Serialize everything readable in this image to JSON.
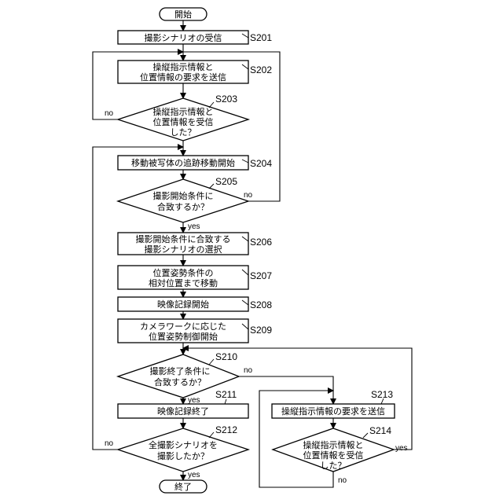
{
  "start": "開始",
  "end": "終了",
  "steps": {
    "s201": {
      "id": "S201",
      "lines": [
        "撮影シナリオの受信"
      ]
    },
    "s202": {
      "id": "S202",
      "lines": [
        "操縦指示情報と",
        "位置情報の要求を送信"
      ]
    },
    "s203": {
      "id": "S203",
      "lines": [
        "操縦指示情報と",
        "位置情報を受信",
        "した？"
      ]
    },
    "s204": {
      "id": "S204",
      "lines": [
        "移動被写体の追跡移動開始"
      ]
    },
    "s205": {
      "id": "S205",
      "lines": [
        "撮影開始条件に",
        "合致するか？"
      ]
    },
    "s206": {
      "id": "S206",
      "lines": [
        "撮影開始条件に合致する",
        "撮影シナリオの選択"
      ]
    },
    "s207": {
      "id": "S207",
      "lines": [
        "位置姿勢条件の",
        "相対位置まで移動"
      ]
    },
    "s208": {
      "id": "S208",
      "lines": [
        "映像記録開始"
      ]
    },
    "s209": {
      "id": "S209",
      "lines": [
        "カメラワークに応じた",
        "位置姿勢制御開始"
      ]
    },
    "s210": {
      "id": "S210",
      "lines": [
        "撮影終了条件に",
        "合致するか？"
      ]
    },
    "s211": {
      "id": "S211",
      "lines": [
        "映像記録終了"
      ]
    },
    "s212": {
      "id": "S212",
      "lines": [
        "全撮影シナリオを",
        "撮影したか？"
      ]
    },
    "s213": {
      "id": "S213",
      "lines": [
        "操縦指示情報の要求を送信"
      ]
    },
    "s214": {
      "id": "S214",
      "lines": [
        "操縦指示情報と",
        "位置情報を受信",
        "した？"
      ]
    }
  },
  "labels": {
    "yes": "yes",
    "no": "no"
  }
}
